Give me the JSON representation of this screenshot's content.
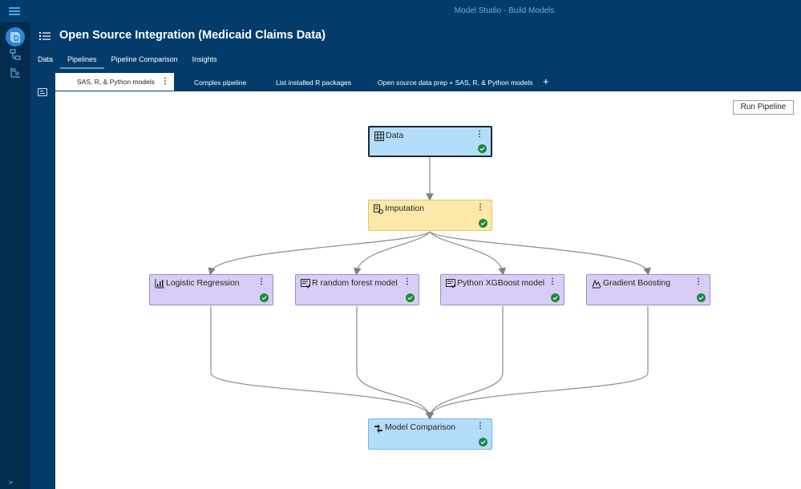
{
  "app": {
    "title": "Model Studio - Build Models"
  },
  "project": {
    "title": "Open Source Integration (Medicaid Claims Data)"
  },
  "tabs": [
    {
      "label": "Data"
    },
    {
      "label": "Pipelines"
    },
    {
      "label": "Pipeline Comparison"
    },
    {
      "label": "Insights"
    }
  ],
  "pipeline_tabs": [
    {
      "label": "SAS, R, & Python models"
    },
    {
      "label": "Complex pipeline"
    },
    {
      "label": "List installed R packages"
    },
    {
      "label": "Open source data prep + SAS, R, & Python models"
    }
  ],
  "toolbar": {
    "run_label": "Run Pipeline",
    "add_tab_symbol": "+",
    "expand_symbol": "»"
  },
  "nodes": {
    "data": {
      "label": "Data",
      "icon": "table-icon",
      "status": "completed"
    },
    "imputation": {
      "label": "Imputation",
      "icon": "imputation-icon",
      "status": "completed"
    },
    "logistic": {
      "label": "Logistic Regression",
      "icon": "regression-icon",
      "status": "completed"
    },
    "rforest": {
      "label": "R random forest model",
      "icon": "code-node-icon",
      "status": "completed"
    },
    "xgboost": {
      "label": "Python XGBoost model",
      "icon": "code-node-icon",
      "status": "completed"
    },
    "gboost": {
      "label": "Gradient Boosting",
      "icon": "boosting-icon",
      "status": "completed"
    },
    "comparison": {
      "label": "Model Comparison",
      "icon": "comparison-icon",
      "status": "completed"
    }
  },
  "colors": {
    "header": "#033c6b",
    "rail": "#022b4c",
    "accent": "#4aa7e8",
    "data_node": "#b4dcfb",
    "prep_node": "#fce8a8",
    "model_node": "#d8cdf6",
    "success": "#1a8a3f"
  }
}
